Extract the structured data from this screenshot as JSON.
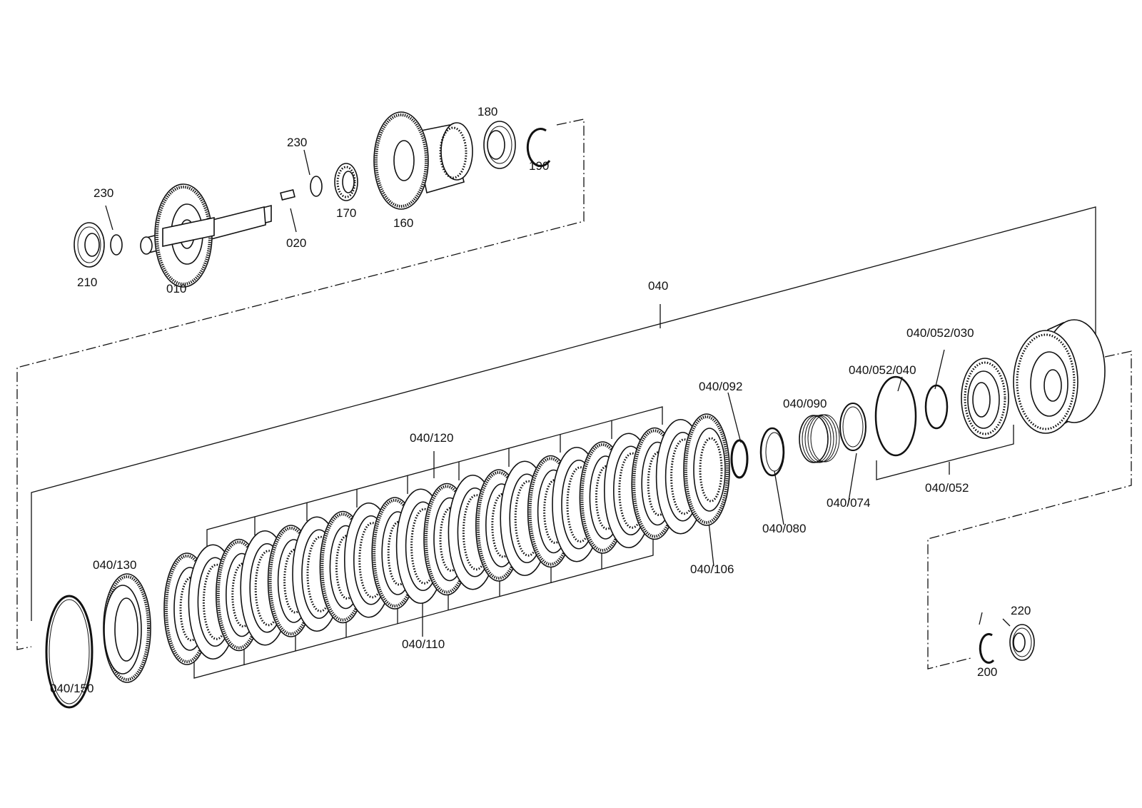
{
  "labels": {
    "p230a": "230",
    "p210": "210",
    "p010": "010",
    "p230b": "230",
    "p020": "020",
    "p170": "170",
    "p160": "160",
    "p180": "180",
    "p190": "190",
    "p040": "040",
    "p040_052_030": "040/052/030",
    "p040_052_040": "040/052/040",
    "p040_092": "040/092",
    "p040_090": "040/090",
    "p040_074": "040/074",
    "p040_052": "040/052",
    "p040_080": "040/080",
    "p040_106": "040/106",
    "p040_120": "040/120",
    "p040_130": "040/130",
    "p040_110": "040/110",
    "p040_150": "040/150",
    "p220": "220",
    "p200": "200"
  }
}
